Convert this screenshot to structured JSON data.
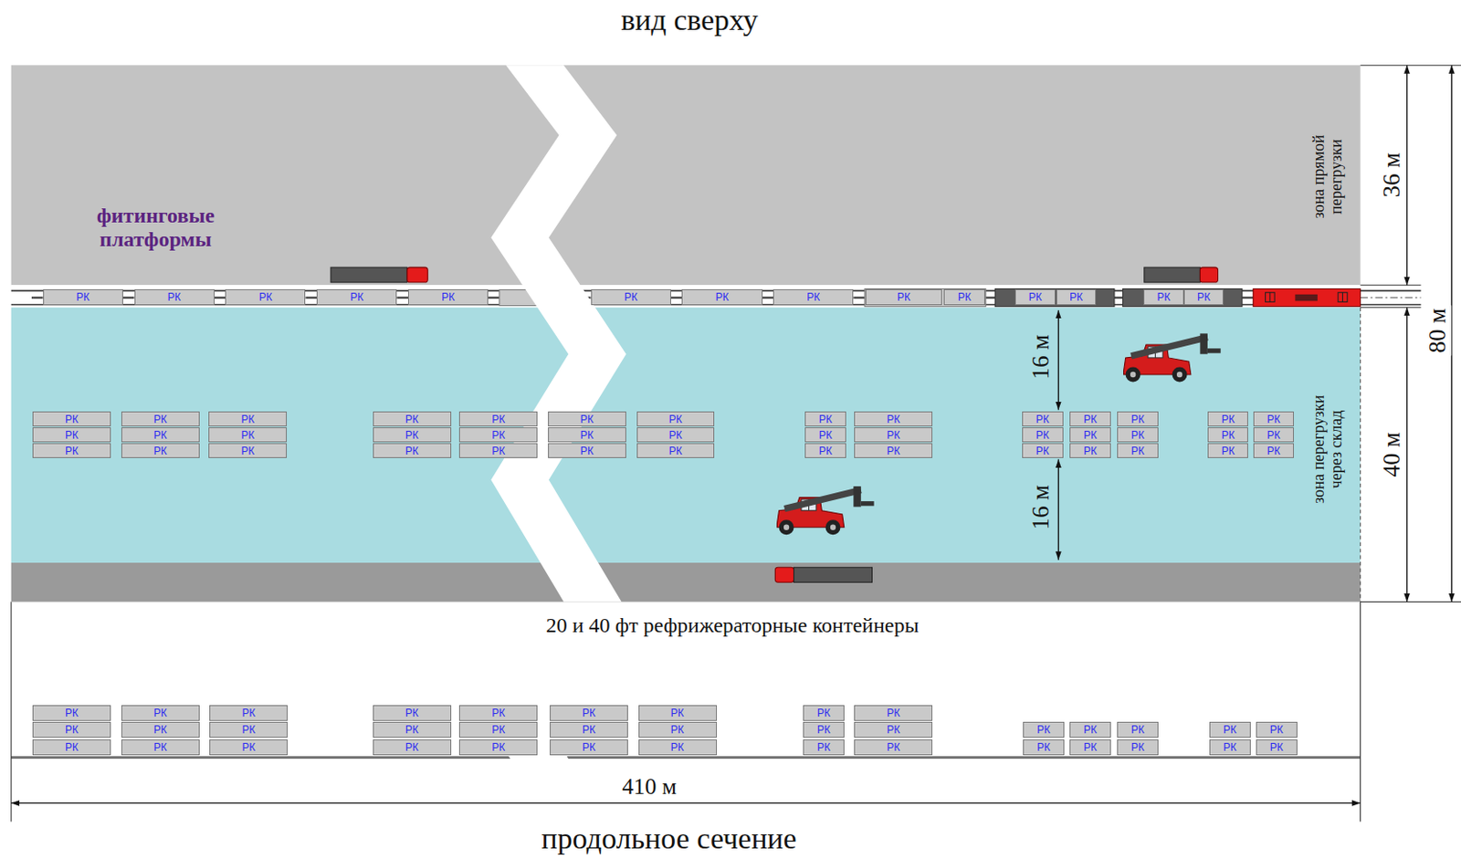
{
  "diagram": {
    "title": "вид сверху",
    "caption": "продольное сечение",
    "nodes": [
      {
        "text": [
          "РК"
        ]
      },
      {
        "text": [
          "РК"
        ]
      },
      {
        "text": [
          "РК"
        ]
      },
      {
        "text": [
          "РК"
        ]
      },
      {
        "text": [
          "РК"
        ]
      },
      {
        "text": [
          "РК"
        ]
      },
      {
        "text": [
          "РК"
        ]
      },
      {
        "text": [
          "РК"
        ]
      },
      {
        "text": [
          "РК"
        ]
      },
      {
        "text": [
          "РК"
        ]
      },
      {
        "text": [
          "РК"
        ]
      },
      {
        "text": [
          "РК"
        ]
      },
      {
        "text": [
          "РК"
        ]
      },
      {
        "text": [
          "РК"
        ]
      },
      {
        "text": [
          "РК"
        ]
      },
      {
        "text": [
          "РК"
        ]
      },
      {
        "text": [
          "РК"
        ]
      },
      {
        "text": [
          "РК"
        ]
      },
      {
        "text": [
          "РК"
        ]
      },
      {
        "text": [
          "РК"
        ]
      },
      {
        "text": [
          "РК"
        ]
      },
      {
        "text": [
          "РК"
        ]
      },
      {
        "text": [
          "РК"
        ]
      },
      {
        "text": [
          "РК"
        ]
      },
      {
        "text": [
          "РК"
        ]
      },
      {
        "text": [
          "РК"
        ]
      },
      {
        "text": [
          "РК"
        ]
      },
      {
        "text": [
          "РК"
        ]
      },
      {
        "text": [
          "РК"
        ]
      },
      {
        "text": [
          "РК"
        ]
      },
      {
        "text": [
          "РК"
        ]
      },
      {
        "text": [
          "РК"
        ]
      },
      {
        "text": [
          "РК"
        ]
      },
      {
        "text": [
          "РК"
        ]
      },
      {
        "text": [
          "РК"
        ]
      },
      {
        "text": [
          "РК"
        ]
      },
      {
        "text": [
          "РК"
        ]
      },
      {
        "text": [
          "РК"
        ]
      },
      {
        "text": [
          "РК"
        ]
      },
      {
        "text": [
          "РК"
        ]
      },
      {
        "text": [
          "РК"
        ]
      },
      {
        "text": [
          "РК"
        ]
      },
      {
        "text": [
          "РК"
        ]
      },
      {
        "text": [
          "РК"
        ]
      },
      {
        "text": [
          "РК"
        ]
      },
      {
        "text": [
          "РК"
        ]
      },
      {
        "text": [
          "РК"
        ]
      },
      {
        "text": [
          "РК"
        ]
      },
      {
        "text": [
          "РК"
        ]
      },
      {
        "text": [
          "РК"
        ]
      },
      {
        "text": [
          "РК"
        ]
      },
      {
        "text": [
          "РК"
        ]
      },
      {
        "text": [
          "РК"
        ]
      },
      {
        "text": [
          "РК"
        ]
      },
      {
        "text": [
          "РК"
        ]
      },
      {
        "text": [
          "РК"
        ]
      },
      {
        "text": [
          "РК"
        ]
      },
      {
        "text": [
          "РК"
        ]
      },
      {
        "text": [
          "РК"
        ]
      },
      {
        "text": [
          "РК"
        ]
      },
      {
        "text": [
          "РК"
        ]
      },
      {
        "text": [
          "РК"
        ]
      },
      {
        "text": [
          "РК"
        ]
      },
      {
        "text": [
          "РК"
        ]
      },
      {
        "text": [
          "РК"
        ]
      },
      {
        "text": [
          "РК"
        ]
      },
      {
        "text": [
          "РК"
        ]
      },
      {
        "text": [
          "РК"
        ]
      },
      {
        "text": [
          "РК"
        ]
      },
      {
        "text": [
          "РК"
        ]
      },
      {
        "text": [
          "РК"
        ]
      },
      {
        "text": [
          "РК"
        ]
      },
      {
        "text": [
          "РК"
        ]
      },
      {
        "text": [
          "РК"
        ]
      },
      {
        "text": [
          "РК"
        ]
      },
      {
        "text": [
          "РК"
        ]
      },
      {
        "text": [
          "РК"
        ]
      },
      {
        "text": [
          "РК"
        ]
      },
      {
        "text": [
          "РК"
        ]
      },
      {
        "text": [
          "РК"
        ]
      },
      {
        "text": [
          "РК"
        ]
      },
      {
        "text": [
          "РК"
        ]
      },
      {
        "text": [
          "РК"
        ]
      },
      {
        "text": [
          "РК"
        ]
      },
      {
        "text": [
          "РК"
        ]
      },
      {
        "text": [
          "РК"
        ]
      },
      {
        "text": [
          "РК"
        ]
      },
      {
        "text": [
          "РК"
        ]
      },
      {
        "text": [
          "РК"
        ]
      },
      {
        "text": [
          "РК"
        ]
      },
      {
        "text": [
          "РК"
        ]
      },
      {
        "text": [
          "РК"
        ]
      },
      {
        "text": [
          "РК"
        ]
      }
    ],
    "labels": [
      "фитинговые платформы",
      "зона прямой перегрузки",
      "36 м",
      "80 м",
      "16 м",
      "16 м",
      "зона перегрузки через склад",
      "40 м",
      "20 и 40 фт рефрижераторные контейнеры",
      "410 м"
    ]
  }
}
